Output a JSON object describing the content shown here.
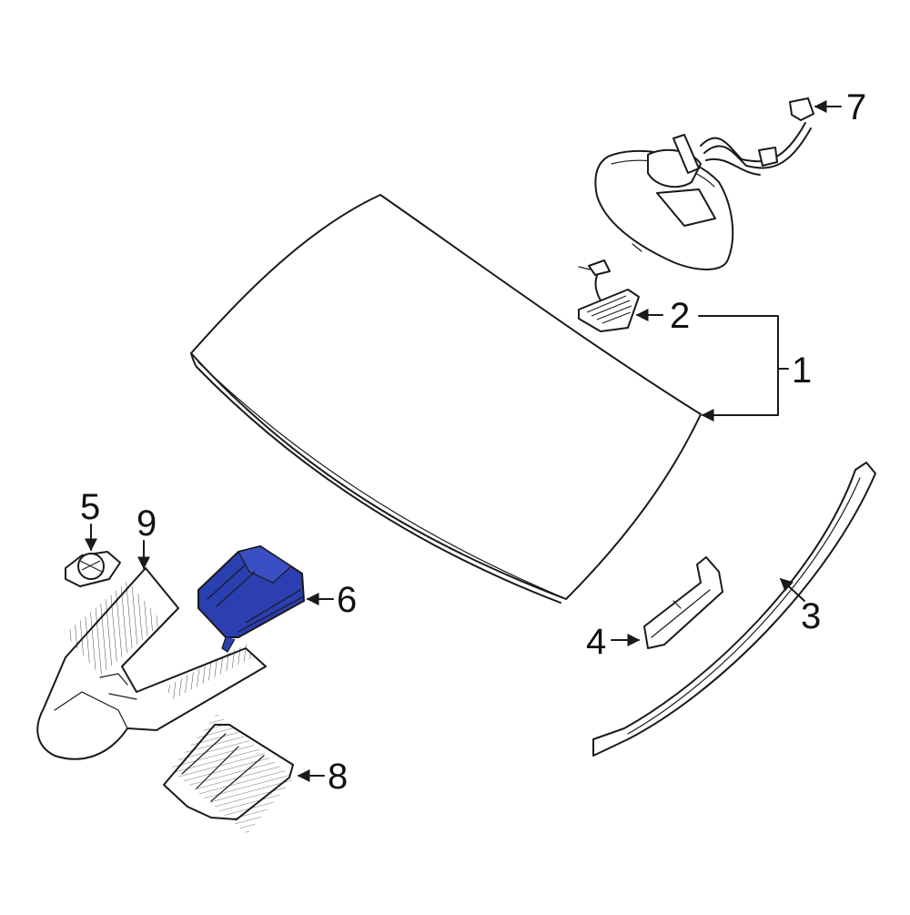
{
  "diagram": {
    "highlight_color": "#2b3fb0",
    "line_color": "#1a1a1a",
    "background": "#ffffff",
    "callouts": [
      {
        "id": "1",
        "label": "1",
        "part": "windshield"
      },
      {
        "id": "2",
        "label": "2",
        "part": "rain-sensor"
      },
      {
        "id": "3",
        "label": "3",
        "part": "windshield-molding"
      },
      {
        "id": "4",
        "label": "4",
        "part": "retainer-clip"
      },
      {
        "id": "5",
        "label": "5",
        "part": "bracket-fastener"
      },
      {
        "id": "6",
        "label": "6",
        "part": "camera-module",
        "highlighted": true
      },
      {
        "id": "7",
        "label": "7",
        "part": "rear-view-mirror"
      },
      {
        "id": "8",
        "label": "8",
        "part": "sensor-bracket"
      },
      {
        "id": "9",
        "label": "9",
        "part": "mirror-cover"
      }
    ]
  }
}
